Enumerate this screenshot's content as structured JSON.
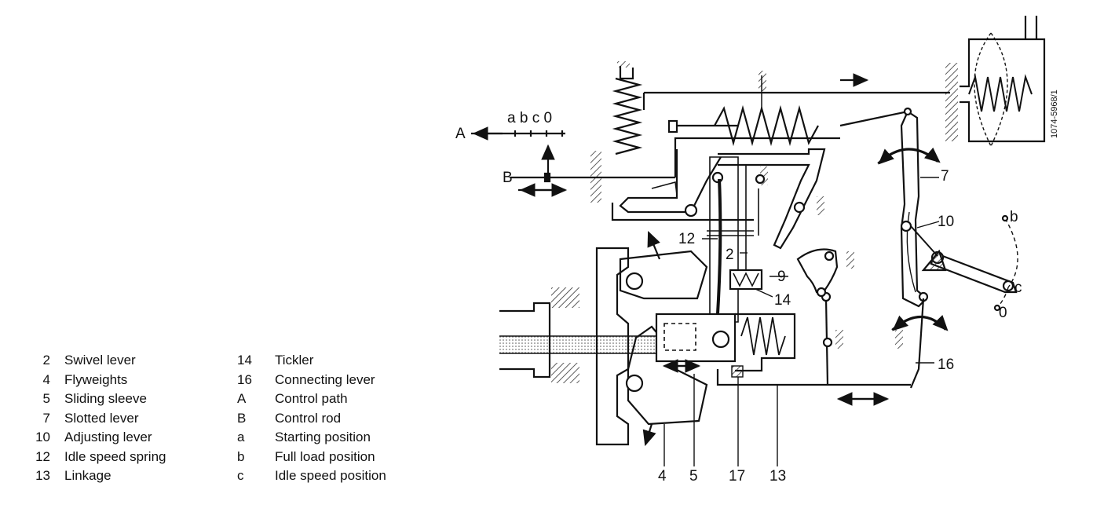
{
  "legend_left": [
    {
      "key": "2",
      "text": "Swivel lever"
    },
    {
      "key": "4",
      "text": "Flyweights"
    },
    {
      "key": "5",
      "text": "Sliding sleeve"
    },
    {
      "key": "7",
      "text": "Slotted lever"
    },
    {
      "key": "10",
      "text": "Adjusting lever"
    },
    {
      "key": "12",
      "text": "Idle speed spring"
    },
    {
      "key": "13",
      "text": "Linkage"
    }
  ],
  "legend_right": [
    {
      "key": "14",
      "text": "Tickler"
    },
    {
      "key": "16",
      "text": "Connecting lever"
    },
    {
      "key": "A",
      "text": "Control path"
    },
    {
      "key": "B",
      "text": "Control rod"
    },
    {
      "key": "a",
      "text": "Starting position"
    },
    {
      "key": "b",
      "text": "Full load position"
    },
    {
      "key": "c",
      "text": "Idle speed position"
    }
  ],
  "diagram": {
    "label_A": "A",
    "label_B": "B",
    "scale_labels": "a b c 0",
    "drawing_code": "1074-5968/1",
    "callouts": {
      "n2": "2",
      "n4": "4",
      "n5": "5",
      "n7": "7",
      "n9": "9",
      "n10": "10",
      "n12": "12",
      "n13": "13",
      "n14": "14",
      "n16": "16",
      "n17": "17",
      "pos_b": "b",
      "pos_c": "c",
      "pos_0": "0"
    }
  },
  "colors": {
    "ink": "#111111",
    "paper": "#ffffff",
    "hatch": "#333333"
  }
}
